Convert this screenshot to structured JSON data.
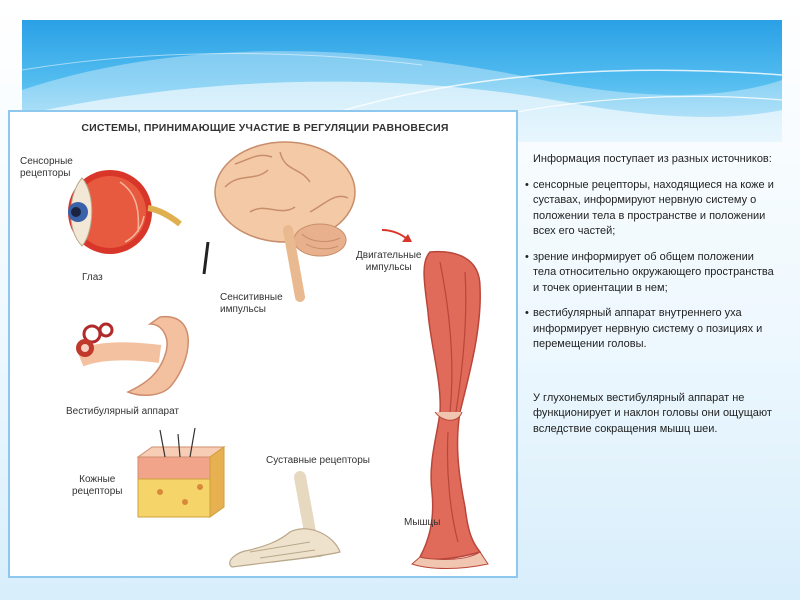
{
  "diagram": {
    "title": "СИСТЕМЫ, ПРИНИМАЮЩИЕ УЧАСТИЕ В РЕГУЛЯЦИИ РАВНОВЕСИЯ",
    "labels": {
      "sensory_receptors": "Сенсорные\nрецепторы",
      "eye": "Глаз",
      "motor_impulses": "Двигательные\nимпульсы",
      "sensitive_impulses": "Сенситивные\nимпульсы",
      "vestibular": "Вестибулярный аппарат",
      "skin_receptors": "Кожные\nрецепторы",
      "joint_receptors": "Суставные рецепторы",
      "muscles": "Мышцы"
    }
  },
  "text": {
    "intro": "Информация поступает из разных источников:",
    "bullet_marker": "•",
    "bullets": [
      "сенсорные рецепторы, находящиеся на коже и суставах, информируют нервную систему о положении тела в пространстве и положении всех его частей;",
      "зрение информирует об общем положении тела относительно окружающего пространства и точек ориентации в нем;",
      "вестибулярный аппарат внутреннего уха информирует нервную систему о позициях и перемещении головы."
    ],
    "note": "У глухонемых вестибулярный аппарат не функционирует и наклон головы они ощущают вследствие сокращения мышц шеи."
  }
}
